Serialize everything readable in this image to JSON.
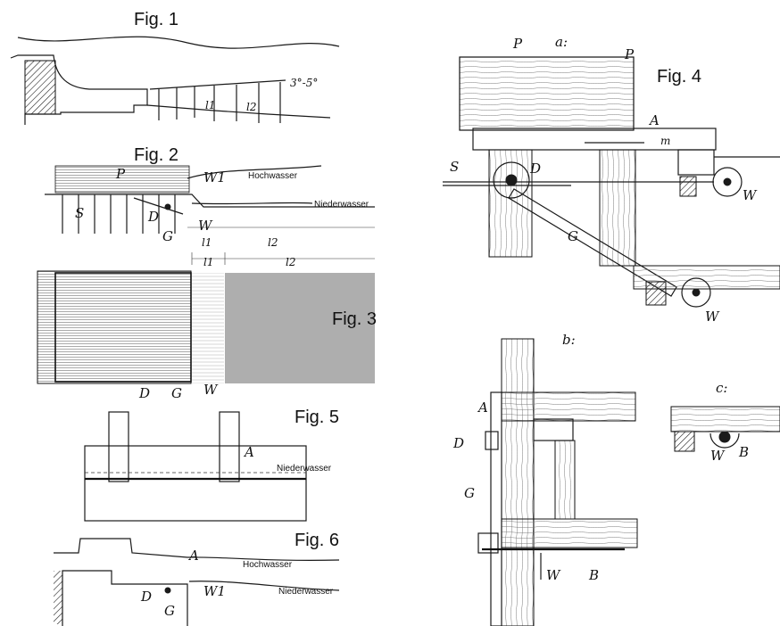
{
  "figures": {
    "fig1": "Fig. 1",
    "fig2": "Fig. 2",
    "fig3": "Fig. 3",
    "fig4": "Fig. 4",
    "fig5": "Fig. 5",
    "fig6": "Fig. 6"
  },
  "subfigures": {
    "a": "a:",
    "b": "b:",
    "c": "c:"
  },
  "water_levels": {
    "high": "Hochwasser",
    "low": "Niederwasser"
  },
  "angle_note": "3°-5°",
  "labels": {
    "P": "P",
    "A": "A",
    "S": "S",
    "D": "D",
    "G": "G",
    "W": "W",
    "W1": "W1",
    "B": "B",
    "m": "m",
    "l1": "l1",
    "l2": "l2"
  }
}
